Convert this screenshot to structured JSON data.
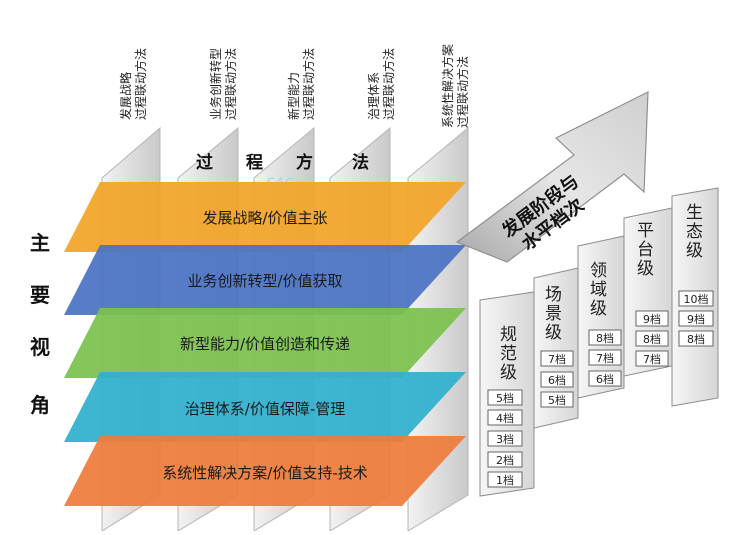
{
  "column_headers": [
    [
      "发展战略",
      "过程联动方法"
    ],
    [
      "业务创新转型",
      "过程联动方法"
    ],
    [
      "新型能力",
      "过程联动方法"
    ],
    [
      "治理体系",
      "过程联动方法"
    ],
    [
      "系统性解决方案",
      "过程联动方法"
    ]
  ],
  "process_method": [
    "过",
    "程",
    "方",
    "法"
  ],
  "main_perspective": [
    "主",
    "要",
    "视",
    "角"
  ],
  "watermark": "SAC",
  "planes": [
    {
      "label": "发展战略/价值主张",
      "color": "#f2a428"
    },
    {
      "label": "业务创新转型/价值获取",
      "color": "#4a73c4"
    },
    {
      "label": "新型能力/价值创造和传递",
      "color": "#7cc24e"
    },
    {
      "label": "治理体系/价值保障-管理",
      "color": "#2fb0cf"
    },
    {
      "label": "系统性解决方案/价值支持-技术",
      "color": "#ee7c3a"
    }
  ],
  "arrow_text": [
    "发展阶段与",
    "水平档次"
  ],
  "levels": [
    {
      "title": [
        "规",
        "范",
        "级"
      ],
      "grades": [
        "5档",
        "4档",
        "3档",
        "2档",
        "1档"
      ]
    },
    {
      "title": [
        "场",
        "景",
        "级"
      ],
      "grades": [
        "7档",
        "6档",
        "5档"
      ]
    },
    {
      "title": [
        "领",
        "域",
        "级"
      ],
      "grades": [
        "8档",
        "7档",
        "6档"
      ]
    },
    {
      "title": [
        "平",
        "台",
        "级"
      ],
      "grades": [
        "9档",
        "8档",
        "7档"
      ]
    },
    {
      "title": [
        "生",
        "态",
        "级"
      ],
      "grades": [
        "10档",
        "9档",
        "8档"
      ]
    }
  ]
}
